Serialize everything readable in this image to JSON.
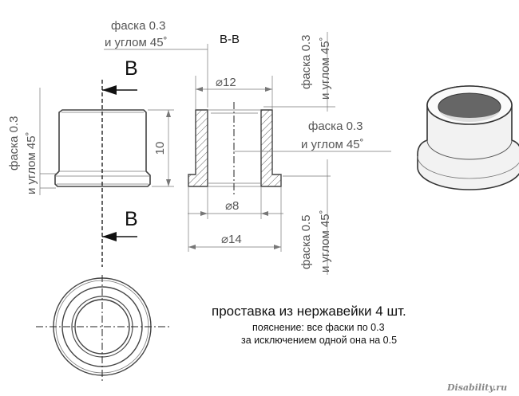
{
  "labels": {
    "chamfer_top": "фаска 0.3",
    "chamfer_top_angle": "и углом 45˚",
    "section_name": "B-B",
    "cut_top": "B",
    "cut_bottom": "B",
    "chamfer_left": "фаска 0.3",
    "chamfer_left_angle": "и углом 45˚",
    "chamfer_right_top": "фаска 0.3",
    "chamfer_right_top_angle": "и углом 45˚",
    "chamfer_mid": "фаска 0.3",
    "chamfer_mid_angle": "и углом 45˚",
    "chamfer_right_bottom": "фаска 0.5",
    "chamfer_right_bottom_angle": "и углом 45˚"
  },
  "dimensions": {
    "outer_diameter": "⌀12",
    "height": "10",
    "inner_diameter": "⌀8",
    "flange_diameter": "⌀14"
  },
  "caption": {
    "title": "проставка из нержавейки 4 шт.",
    "note_line1": "пояснение: все фаски по 0.3",
    "note_line2": "за исключением одной она на 0.5"
  },
  "watermark": "Disability.ru"
}
